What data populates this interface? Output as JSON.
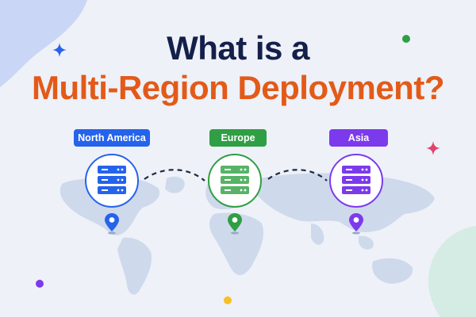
{
  "title": {
    "line1": "What is a",
    "line2": "Multi-Region Deployment?"
  },
  "colors": {
    "title_dark": "#14204a",
    "title_accent": "#e35a18",
    "north_america": "#2563eb",
    "europe": "#2f9e44",
    "asia": "#7c3aed",
    "map": "#cfd9ec"
  },
  "regions": [
    {
      "id": "north-america",
      "label": "North America",
      "icon": "server-stack-icon",
      "pin": "map-pin-icon"
    },
    {
      "id": "europe",
      "label": "Europe",
      "icon": "server-stack-icon",
      "pin": "map-pin-icon"
    },
    {
      "id": "asia",
      "label": "Asia",
      "icon": "server-stack-icon",
      "pin": "map-pin-icon"
    }
  ],
  "connections": [
    {
      "from": "north-america",
      "to": "europe",
      "style": "dashed"
    },
    {
      "from": "europe",
      "to": "asia",
      "style": "dashed"
    }
  ],
  "decorations": [
    "sparkle-icon",
    "sparkle-icon",
    "dot",
    "dot",
    "dot"
  ]
}
